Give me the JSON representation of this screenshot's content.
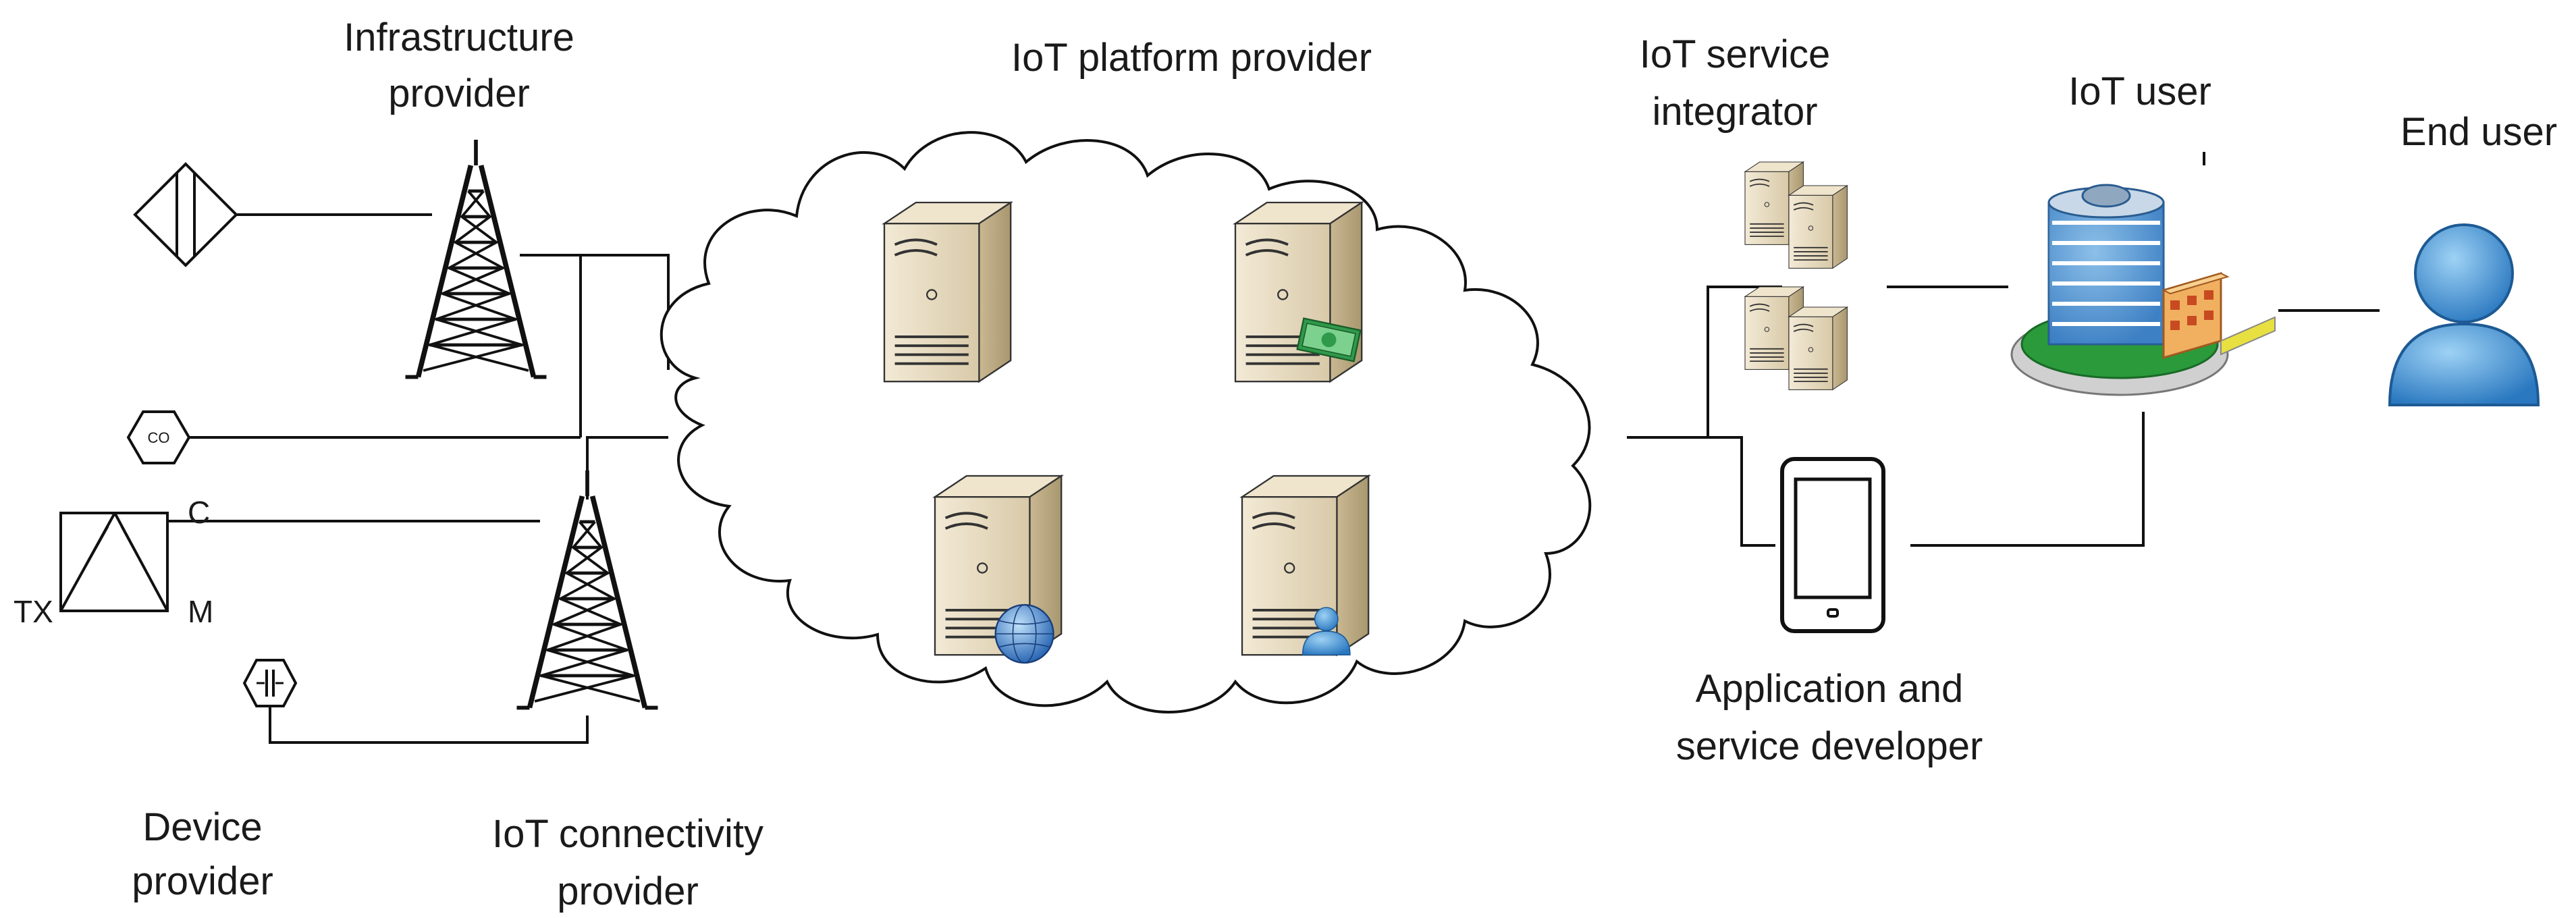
{
  "labels": {
    "infrastructure_provider": [
      "Infrastructure",
      "provider"
    ],
    "iot_platform_provider": "IoT platform provider",
    "iot_service_integrator": [
      "IoT service",
      "integrator"
    ],
    "iot_user": "IoT user",
    "end_user": "End user",
    "app_service_developer": [
      "Application and",
      "service developer"
    ],
    "device_provider": [
      "Device",
      "provider"
    ],
    "iot_connectivity_provider": [
      "IoT connectivity",
      "provider"
    ]
  },
  "device_symbols": {
    "co_sensor": "CO",
    "meter_c": "C",
    "meter_tx": "TX",
    "meter_m": "M"
  },
  "icons": {
    "cloud": "cloud-icon",
    "server": "server-icon",
    "tower": "radio-tower-icon",
    "smartphone": "smartphone-icon",
    "building": "office-building-icon",
    "person": "person-icon",
    "globe": "globe-icon",
    "money": "money-icon"
  },
  "colors": {
    "server_body": "#e8dcc4",
    "server_dark": "#b8a888",
    "person_blue": "#3a8fd0",
    "building_blue": "#5aa0d8",
    "building_green": "#2a9a3a"
  }
}
